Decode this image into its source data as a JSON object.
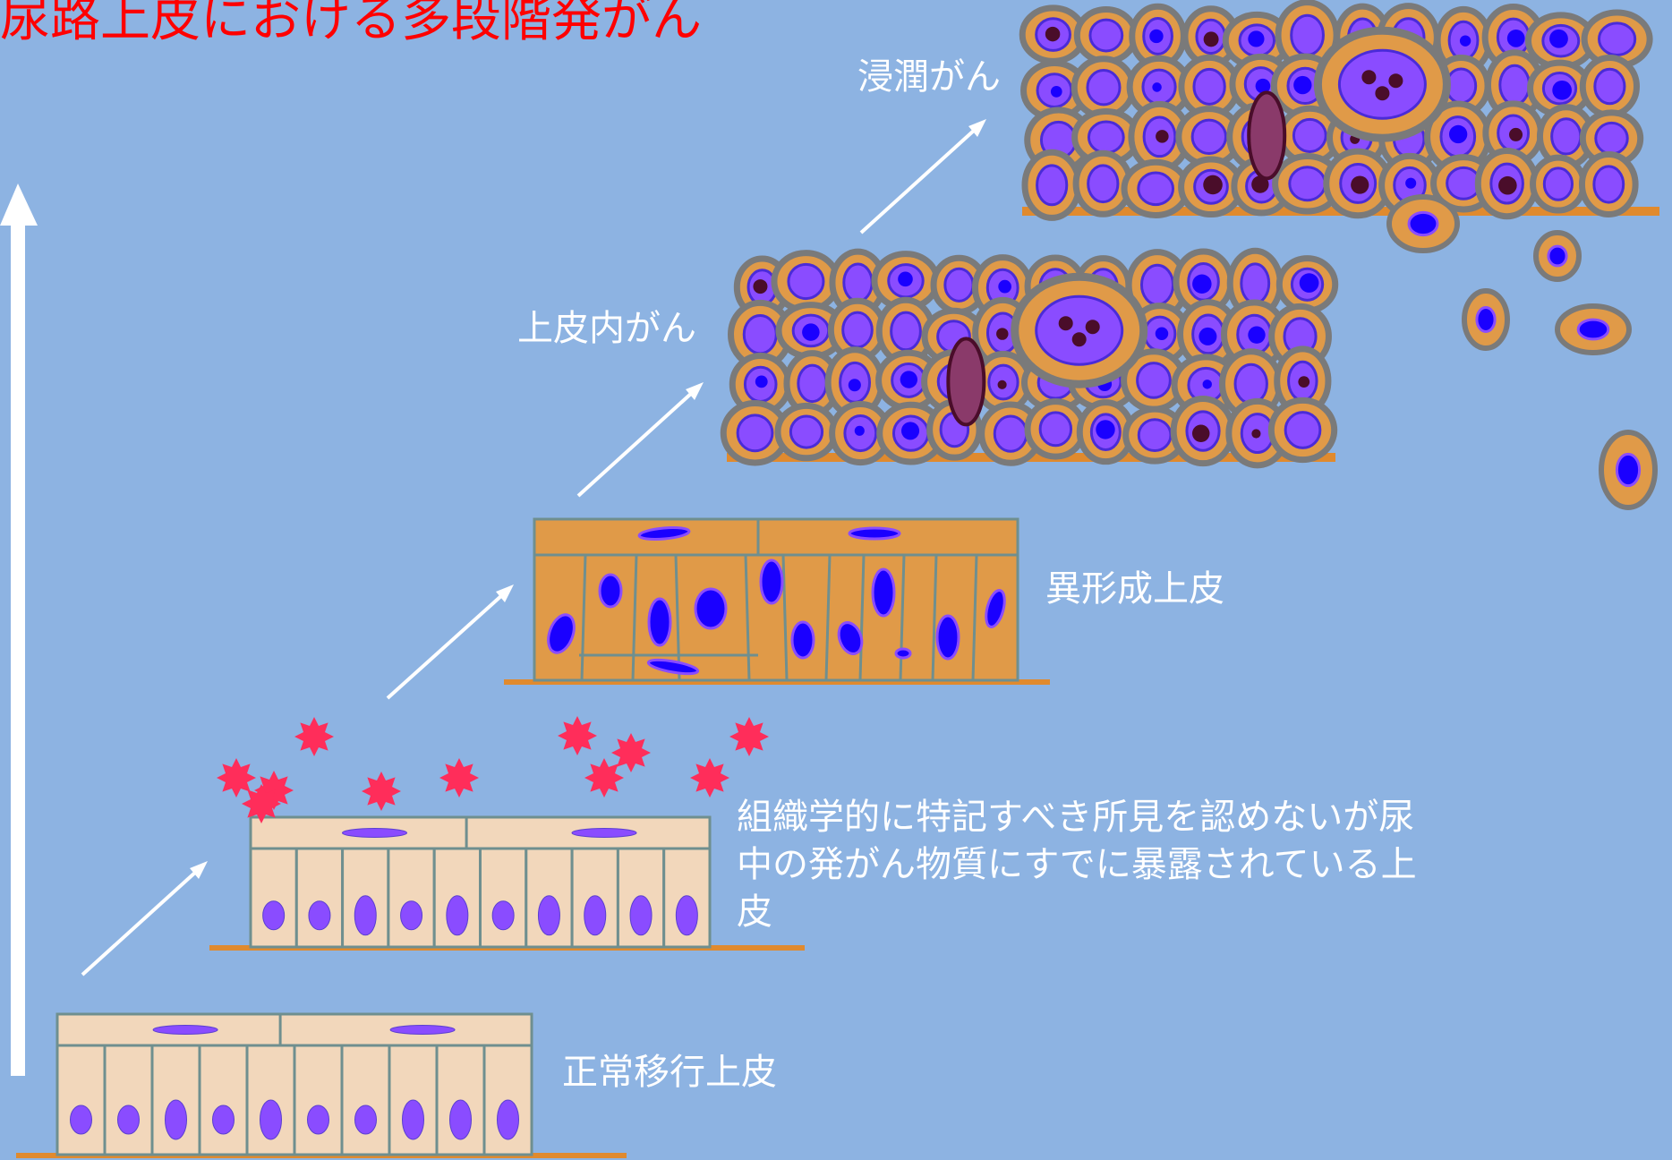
{
  "title": "尿路上皮における多段階発がん",
  "stages": [
    {
      "id": "normal",
      "label": "正常移行上皮"
    },
    {
      "id": "exposed",
      "label": "組織学的に特記すべき所見を認めないが尿中の発がん物質にすでに暴露されている上皮"
    },
    {
      "id": "dysplasia",
      "label": "異形成上皮"
    },
    {
      "id": "cis",
      "label": "上皮内がん"
    },
    {
      "id": "invasive",
      "label": "浸潤がん"
    }
  ],
  "colors": {
    "background": "#8db3e2",
    "title": "#ff0000",
    "normal_cell": "#f2d7bb",
    "atypical_cell": "#e09a48",
    "cell_border": "#6f8f8f",
    "tumor_border": "#7a7a7a",
    "nucleus": "#8a4cff",
    "nucleus_dark": "#1a00ff",
    "nucleolus": "#4a0d2a",
    "basement": "#e08a2e",
    "carcinogen": "#ff2d5a",
    "arrow": "#ffffff"
  },
  "icons": [
    "up-arrow-icon",
    "progression-arrow-icon",
    "carcinogen-star-icon"
  ]
}
